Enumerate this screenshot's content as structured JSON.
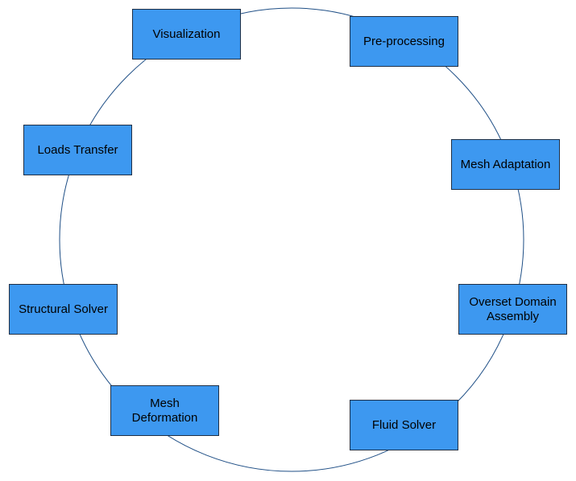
{
  "diagram": {
    "colors": {
      "box_fill": "#3d98f0",
      "box_border": "#1f2f45",
      "cycle_stroke": "#1f4f86",
      "text": "#000000"
    },
    "nodes": [
      {
        "id": "visualization",
        "label": "Visualization"
      },
      {
        "id": "pre-processing",
        "label": "Pre-processing"
      },
      {
        "id": "loads-transfer",
        "label": "Loads Transfer"
      },
      {
        "id": "mesh-adaptation",
        "label": "Mesh Adaptation"
      },
      {
        "id": "structural-solver",
        "label": "Structural Solver"
      },
      {
        "id": "overset-domain-assembly",
        "label": "Overset Domain\nAssembly"
      },
      {
        "id": "mesh-deformation",
        "label": "Mesh\nDeformation"
      },
      {
        "id": "fluid-solver",
        "label": "Fluid Solver"
      }
    ]
  }
}
